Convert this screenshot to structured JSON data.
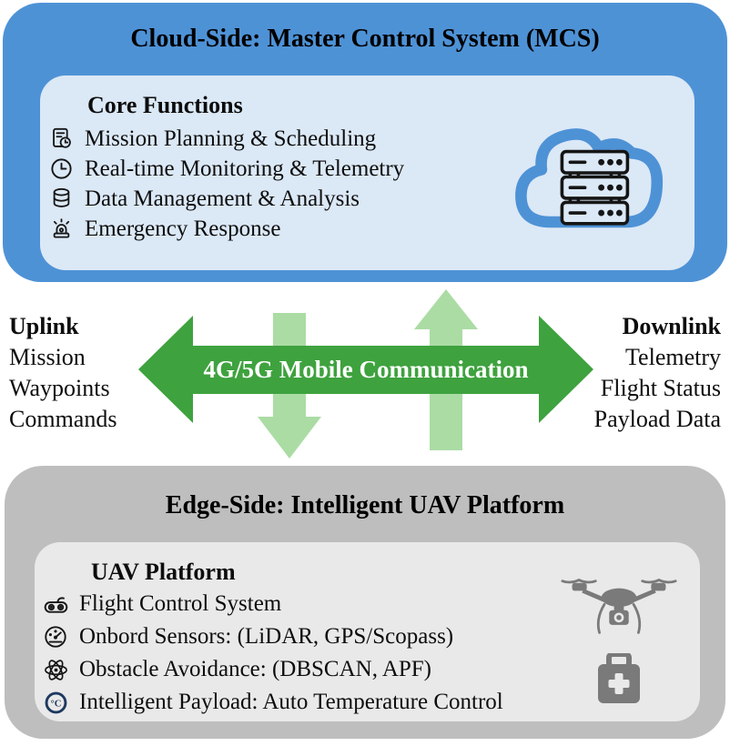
{
  "colors": {
    "cloud_box": "#4E92D6",
    "cloud_panel": "#DBE8F6",
    "edge_box": "#BEBEBE",
    "edge_panel": "#E9E9E9",
    "arrow_green": "#3EA23E",
    "arrow_light_green": "#ABDCA4",
    "icon_gray": "#7A7A7A",
    "temp_icon_navy": "#1E3A5F"
  },
  "cloud_section": {
    "title": "Cloud-Side: Master Control System (MCS)",
    "panel_title": "Core Functions",
    "items": [
      {
        "icon": "mission-planning-icon",
        "label": "Mission Planning & Scheduling"
      },
      {
        "icon": "clock-icon",
        "label": "Real-time Monitoring & Telemetry"
      },
      {
        "icon": "database-icon",
        "label": "Data Management & Analysis"
      },
      {
        "icon": "siren-icon",
        "label": "Emergency Response"
      }
    ],
    "illustration": "cloud-server-icon"
  },
  "link_section": {
    "channel_label": "4G/5G Mobile Communication",
    "uplink": {
      "title": "Uplink",
      "items": [
        "Mission",
        "Waypoints",
        "Commands"
      ]
    },
    "downlink": {
      "title": "Downlink",
      "items": [
        "Telemetry",
        "Flight Status",
        "Payload Data"
      ]
    }
  },
  "edge_section": {
    "title": "Edge-Side: Intelligent UAV Platform",
    "panel_title": "UAV Platform",
    "items": [
      {
        "icon": "gamepad-icon",
        "label": "Flight Control System"
      },
      {
        "icon": "gauge-icon",
        "label": "Onbord Sensors: (LiDAR, GPS/Scopass)"
      },
      {
        "icon": "atom-icon",
        "label": "Obstacle Avoidance: (DBSCAN, APF)"
      },
      {
        "icon": "temperature-icon",
        "label": "Intelligent Payload: Auto Temperature Control"
      }
    ],
    "illustrations": [
      "drone-icon",
      "first-aid-kit-icon"
    ]
  }
}
